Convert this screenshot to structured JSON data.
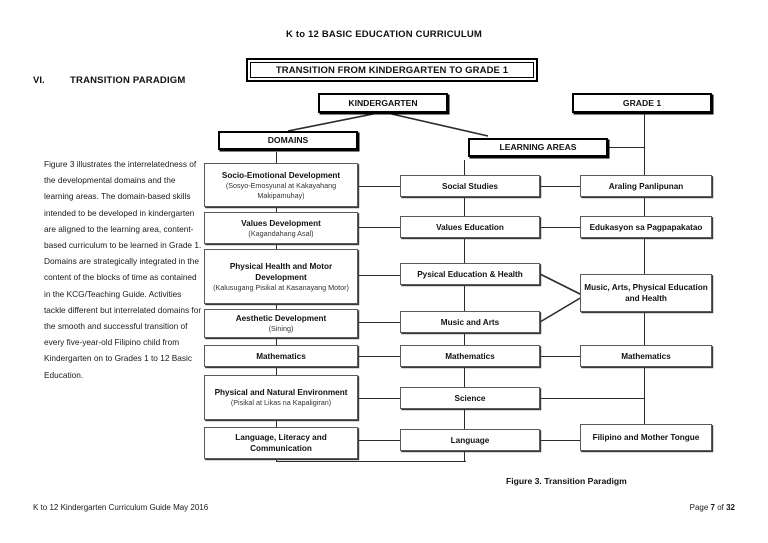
{
  "document": {
    "title": "K to 12 BASIC EDUCATION CURRICULUM",
    "section_number": "VI.",
    "section_title": "TRANSITION PARADIGM",
    "banner": "TRANSITION FROM KINDERGARTEN TO GRADE 1",
    "narrative": "Figure 3 illustrates the interrelatedness of the developmental domains and the learning areas.  The domain-based skills intended to be developed in kindergarten are aligned to the learning area, content-based curriculum to be learned in Grade 1. Domains are strategically integrated in the content of the blocks of time as contained in the KCG/Teaching Guide. Activities tackle different but interrelated domains for the smooth and successful transition of every five-year-old Filipino child from Kindergarten on to Grades 1 to 12 Basic Education.",
    "figure_caption": "Figure 3.   Transition Paradigm",
    "footer_left": "K to 12 Kindergarten Curriculum Guide May 2016",
    "footer_right_prefix": "Page ",
    "footer_page": "7",
    "footer_right_mid": " of ",
    "footer_total": "32"
  },
  "diagram": {
    "root_left": "KINDERGARTEN",
    "root_right": "GRADE 1",
    "header_left": "DOMAINS",
    "header_right": "LEARNING AREAS",
    "domains": [
      {
        "title": "Socio-Emotional Development",
        "subtitle": "(Sosyo-Emosyunal at Kakayahang Makipamuhay)"
      },
      {
        "title": "Values Development",
        "subtitle": "(Kagandahang Asal)"
      },
      {
        "title": "Physical Health and Motor Development",
        "subtitle": "(Kalusugang Pisikal at Kasanayang Motor)"
      },
      {
        "title": "Aesthetic Development",
        "subtitle": "(Sining)"
      },
      {
        "title": "Mathematics",
        "subtitle": ""
      },
      {
        "title": "Physical and Natural Environment",
        "subtitle": "(Pisikal at Likas na Kapaligiran)"
      },
      {
        "title": "Language, Literacy and Communication",
        "subtitle": ""
      }
    ],
    "learning_areas": [
      {
        "title": "Social Studies"
      },
      {
        "title": "Values Education"
      },
      {
        "title": "Pysical Education & Health"
      },
      {
        "title": "Music and Arts"
      },
      {
        "title": "Mathematics"
      },
      {
        "title": "Science"
      },
      {
        "title": "Language"
      }
    ],
    "grade1_areas": [
      {
        "title": "Araling Panlipunan"
      },
      {
        "title": "Edukasyon sa Pagpapakatao"
      },
      {
        "title": "Music, Arts, Physical Education and Health"
      },
      {
        "title": "Mathematics"
      },
      {
        "title": "Filipino and Mother Tongue"
      }
    ],
    "colors": {
      "line": "#2b2b2b",
      "box_border": "#5a5a5a",
      "box_border_heavy": "#000000",
      "background": "#ffffff",
      "text": "#111111"
    }
  }
}
